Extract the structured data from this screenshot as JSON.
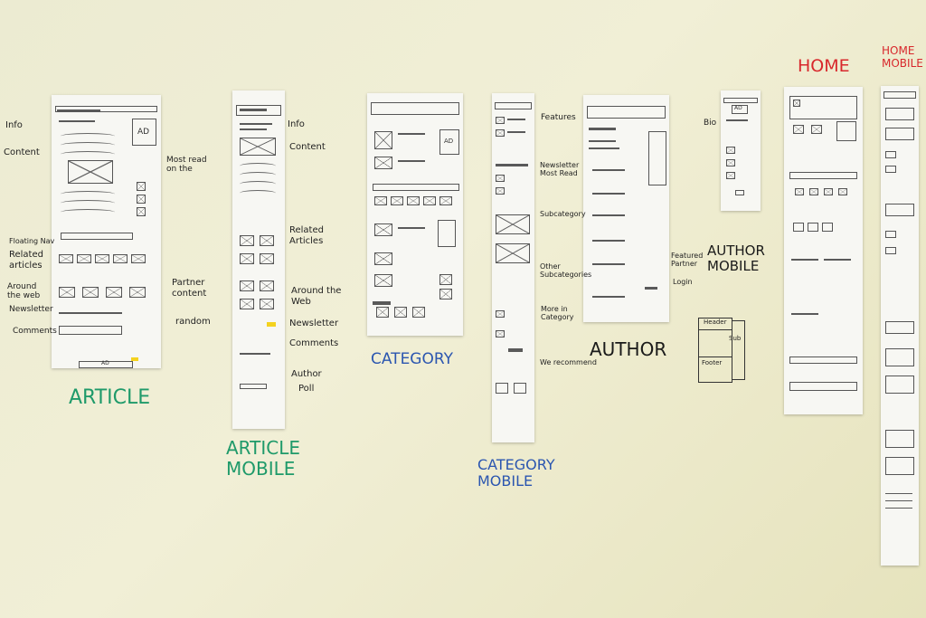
{
  "headings": {
    "article": "ARTICLE",
    "article_mobile": "ARTICLE\nMOBILE",
    "category": "CATEGORY",
    "category_mobile": "CATEGORY\nMOBILE",
    "author": "AUTHOR",
    "author_mobile": "AUTHOR\nMOBILE",
    "home": "HOME",
    "home_mobile": "HOME\nMOBILE"
  },
  "annotations": {
    "article_left": [
      "Info",
      "Content",
      "Floating Nav",
      "Related\narticles",
      "Around\nthe web",
      "Newsletter",
      "Comments"
    ],
    "article_right": [
      "Most read\non the",
      "Partner\ncontent",
      "random"
    ],
    "article_mobile": [
      "Info",
      "Content",
      "Related\nArticles",
      "Around the\nWeb",
      "Newsletter",
      "Comments",
      "Author",
      "Poll"
    ],
    "category_mobile": [
      "Features",
      "Newsletter\nMost Read",
      "Subcategory",
      "Other\nSubcategories",
      "More in\nCategory",
      "We recommend"
    ],
    "author": [
      "Bio",
      "Featured\nPartner",
      "Login"
    ],
    "author_mobile_sketch": [
      "Header",
      "Sub",
      "Footer"
    ]
  },
  "colors": {
    "green": "#1f9a6a",
    "blue": "#2b56b0",
    "black": "#1a1a1a",
    "red": "#d8282c"
  }
}
